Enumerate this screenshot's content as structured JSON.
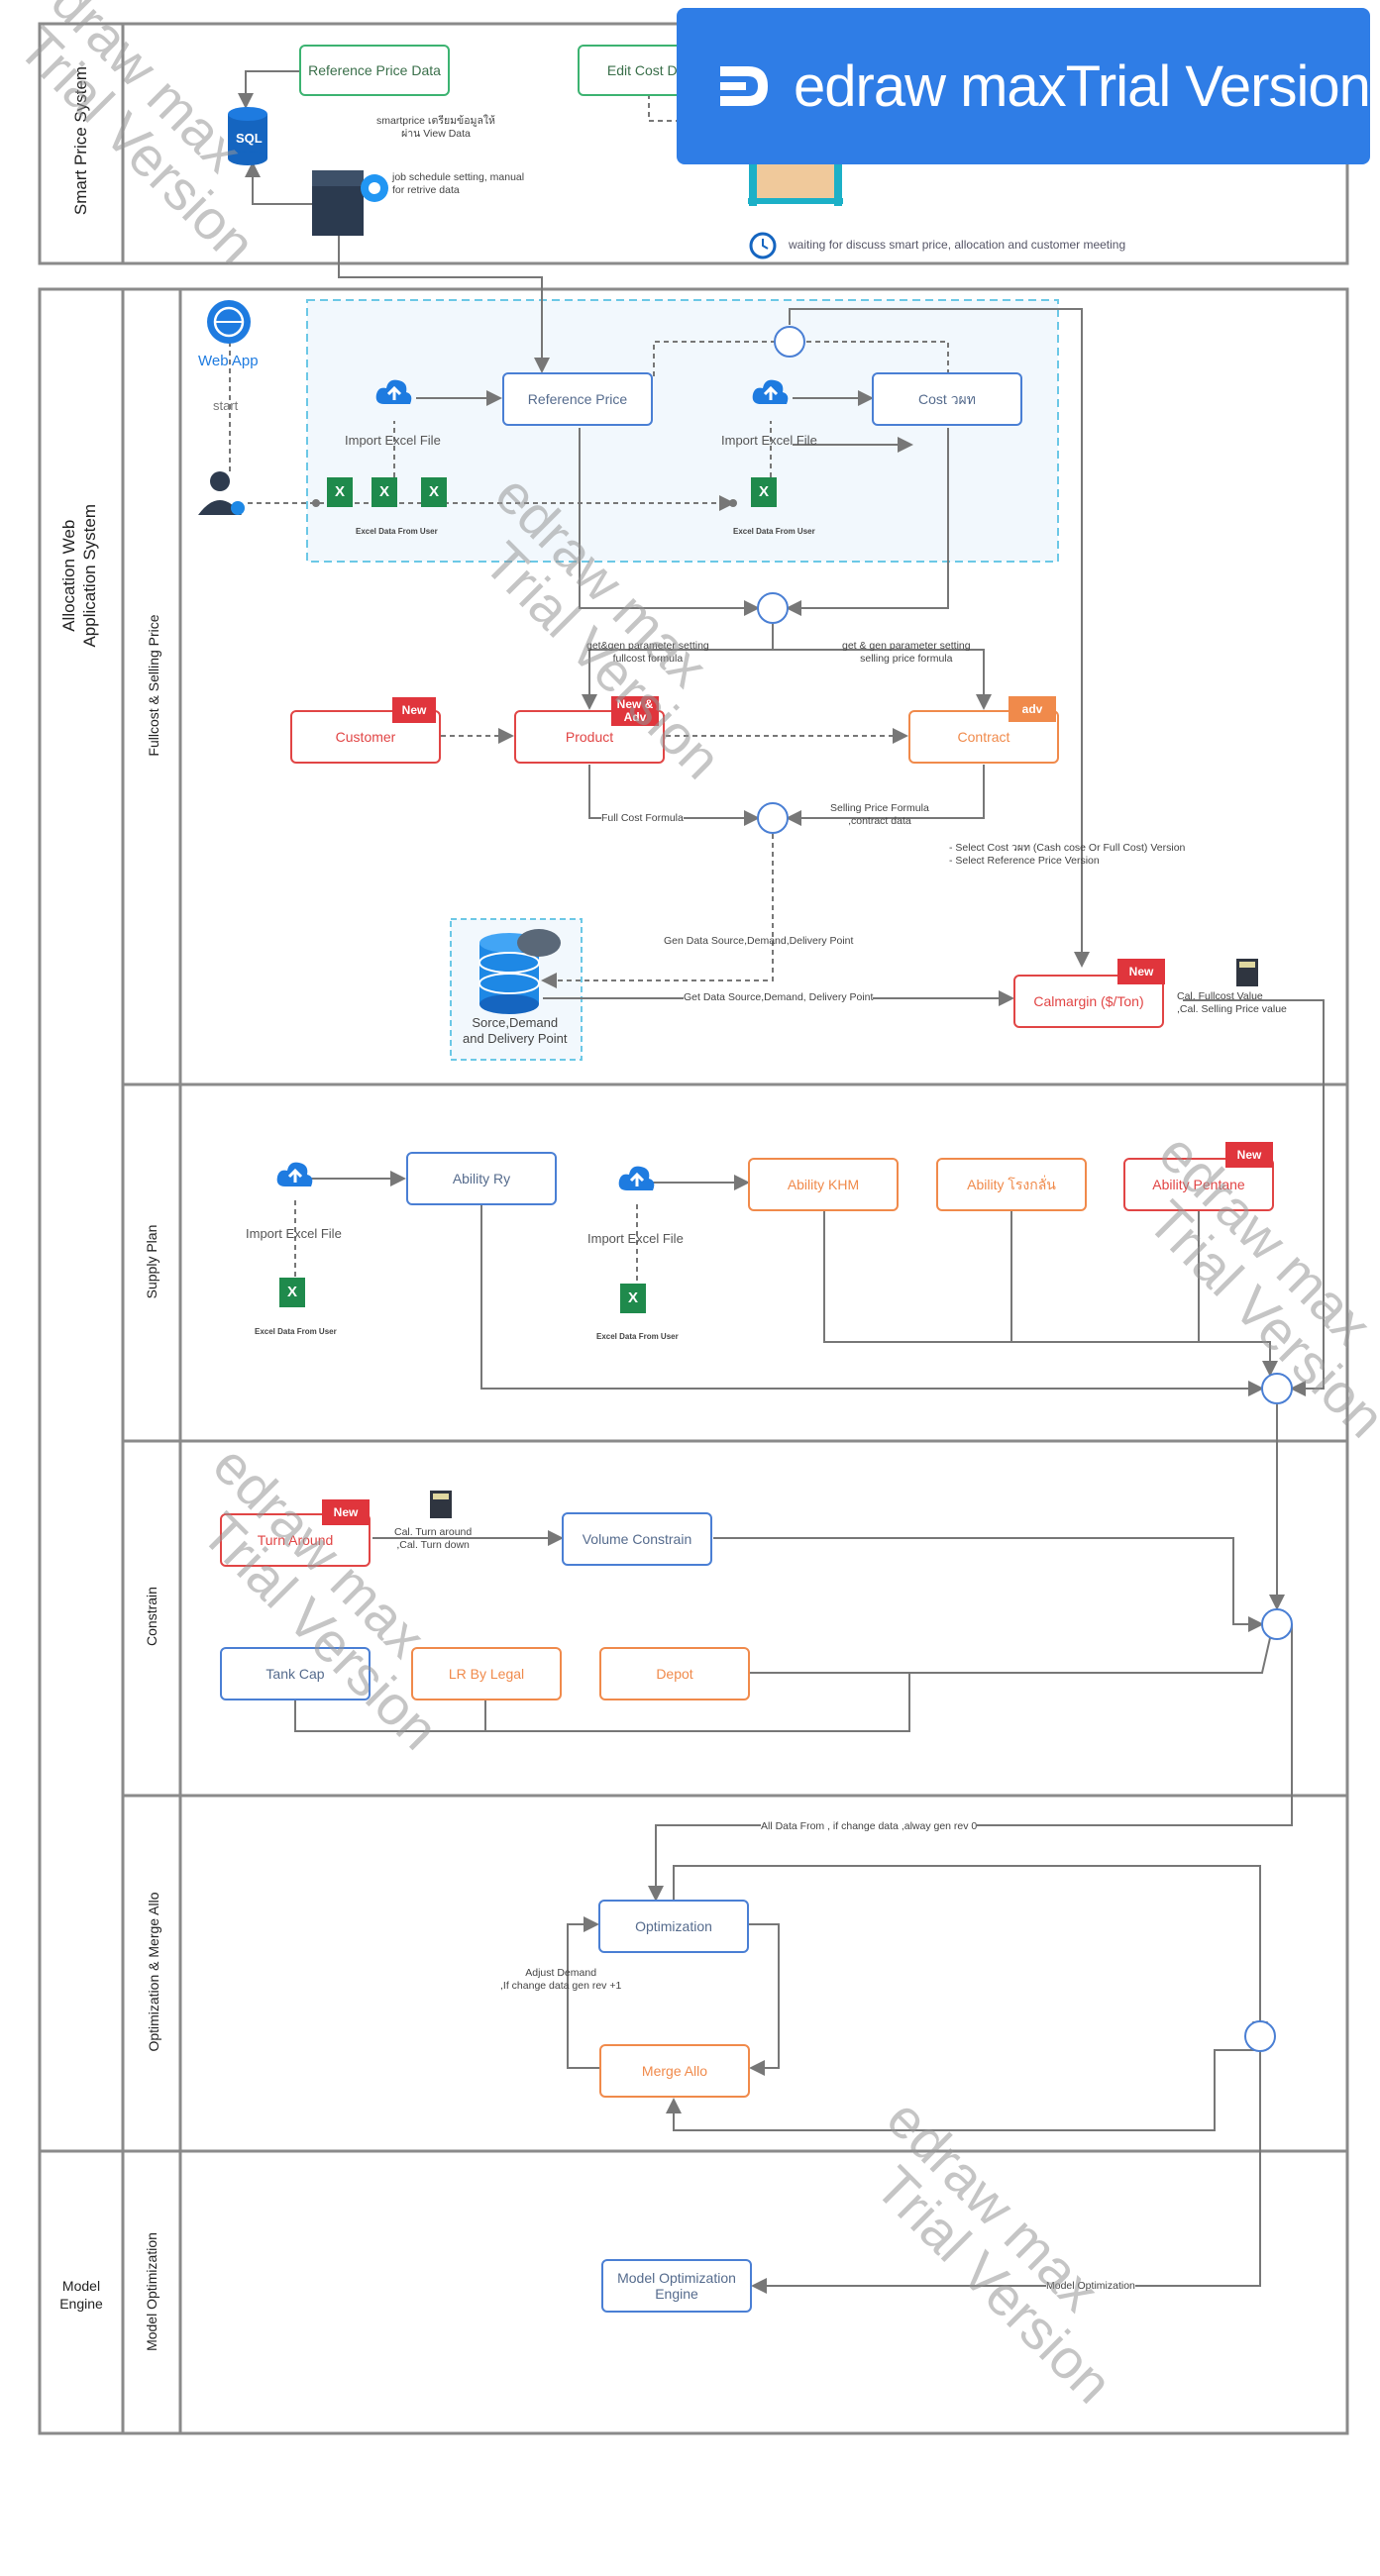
{
  "banner": {
    "text": "edraw maxTrial Version",
    "color": "#2f7de6"
  },
  "watermark": {
    "line1": "edraw max",
    "line2": "Trial Version"
  },
  "lanes": {
    "smart_price": "Smart Price System",
    "allocation": "Allocation Web Application System",
    "fullcost": "Fullcost & Selling Price",
    "supply": "Supply Plan",
    "constrain": "Constrain",
    "optimization": "Optimization & Merge Allo",
    "model_engine": "Model Engine",
    "model_optimization": "Model Optimization"
  },
  "smart": {
    "reference_price_data": "Reference Price Data",
    "edit_cost_data": "Edit Cost Data",
    "sql": "SQL",
    "smartprice_note_1": "smartprice เตรียมข้อมูลให้",
    "smartprice_note_2": "ผ่าน View Data",
    "job_note_1": "job schedule setting, manual",
    "job_note_2": "for retrive data",
    "waiting": "waiting for discuss smart price, allocation and customer meeting"
  },
  "fullcost": {
    "webapp": "Web App",
    "start": "start",
    "import_excel": "Import Excel File",
    "excel_data_from_user": "Excel Data From User",
    "reference_price": "Reference Price",
    "cost": "Cost วผท",
    "customer": "Customer",
    "product": "Product",
    "contract": "Contract",
    "tag_new": "New",
    "tag_new_adv": "New & Adv",
    "tag_adv": "adv",
    "get_gen_cost_1": "get&gen parameter setting",
    "get_gen_cost_2": "fullcost formula",
    "get_gen_sell_1": "get & gen parameter setting",
    "get_gen_sell_2": "selling price formula",
    "full_cost_formula": "Full Cost Formula",
    "selling_formula_1": "Selling Price Formula",
    "selling_formula_2": ",contract data",
    "select_note_1": "- Select Cost วผท (Cash cose Or Full Cost) Version",
    "select_note_2": "- Select  Reference Price Version",
    "gen_data_source": "Gen Data Source,Demand,Delivery Point",
    "get_data_source": "Get Data Source,Demand, Delivery Point",
    "source_db_1": "Sorce,Demand",
    "source_db_2": "and Delivery Point",
    "calmargin": "Calmargin ($/Ton)",
    "cal_note_1": "Cal. Fullcost Value",
    "cal_note_2": ",Cal. Selling Price value"
  },
  "supply": {
    "ability_ry": "Ability Ry",
    "ability_khm": "Ability KHM",
    "ability_plant": "Ability โรงกลั่น",
    "ability_pentane": "Ability Pentane",
    "import_excel": "Import Excel File",
    "excel_data_from_user": "Excel Data From User",
    "tag_new": "New"
  },
  "constrain": {
    "turn_around": "Turn Around",
    "tag_new": "New",
    "cal_turn_1": "Cal. Turn around",
    "cal_turn_2": ",Cal. Turn down",
    "volume_constrain": "Volume Constrain",
    "tank_cap": "Tank Cap",
    "lr_by_legal": "LR By Legal",
    "depot": "Depot"
  },
  "optimization": {
    "all_data": "All Data From , if change data ,alway gen rev 0",
    "optimization": "Optimization",
    "merge_allo": "Merge Allo",
    "adjust_1": "Adjust Demand",
    "adjust_2": ",If  change data gen rev +1"
  },
  "model": {
    "engine": "Model Optimization Engine",
    "flow_label": "Model Optimization"
  },
  "colors": {
    "blue": "#4a7fd4",
    "green": "#3cb371",
    "red": "#e14545",
    "orange": "#f08a4b",
    "lane": "#8a8a8a"
  }
}
